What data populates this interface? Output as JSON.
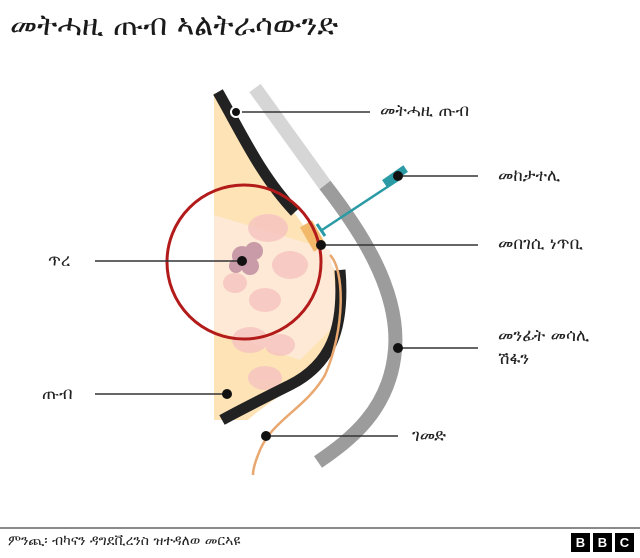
{
  "title": "መትሓዚ ጡብ ኣልትራሳውንድ",
  "labels": {
    "implant": "መትሓዚ ጡብ",
    "needle": "መከታተሊ",
    "probe": "መበገሲ ነጥቢ",
    "lump": "ጥረ",
    "breast": "ጡብ",
    "transducer_line1": "መንፊት መሳሊ",
    "transducer_line2": "ሽፋን",
    "skin": "ገመድ"
  },
  "footer": {
    "source": "ምንጪ፡ ብካናን ዳግደቪረንስ ዝተዳለወ መርኣዩ",
    "logo": [
      "B",
      "B",
      "C"
    ]
  },
  "colors": {
    "breast_fill": "#fde3b5",
    "implant_black": "#222222",
    "transducer_light": "#d6d6d6",
    "transducer_dark": "#9c9c9c",
    "needle_teal": "#2a9aa5",
    "focus_circle": "#b31b1b",
    "lump": "#c99aa8",
    "gland": "#f6c5c0",
    "skin_line": "#e8a870",
    "probe_tip": "#f2b96a",
    "leader_line": "#333333"
  }
}
